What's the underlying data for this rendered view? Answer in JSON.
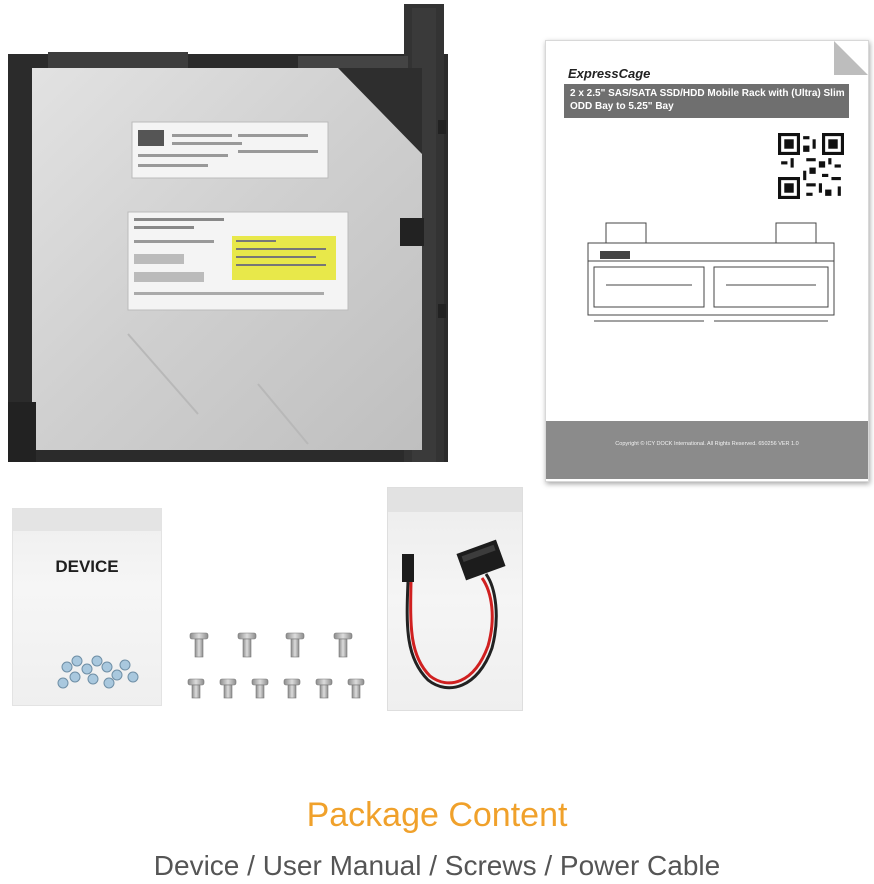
{
  "manual": {
    "brand": "ExpressCage",
    "subtitle_line1": "2 x 2.5\" SAS/SATA SSD/HDD Mobile Rack with (Ultra) Slim",
    "subtitle_line2": "ODD Bay to 5.25\" Bay",
    "copyright": "Copyright © ICY DOCK International. All Rights Reserved. 650256 VER 1.0"
  },
  "bag": {
    "label": "DEVICE"
  },
  "caption": {
    "title": "Package Content",
    "subtitle": "Device / User Manual / Screws / Power Cable"
  },
  "colors": {
    "caption_title": "#f0a12b",
    "caption_subtitle": "#555555",
    "drive_label_yellow": "#e8e84a",
    "tray_metal": "#2a2a2a",
    "drive_body": "#d4d4d4"
  }
}
